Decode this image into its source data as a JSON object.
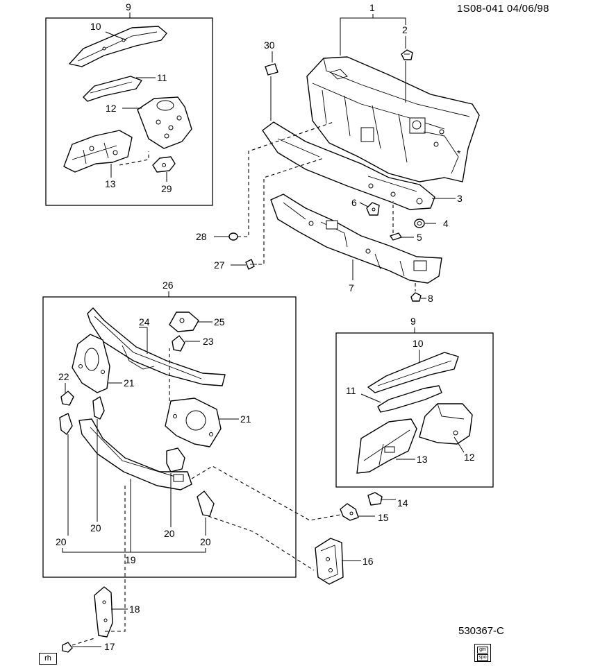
{
  "header": {
    "doc_code": "1S08-041  04/06/98"
  },
  "footer": {
    "illustration_number": "530367-C",
    "badge_rh": "rh",
    "logo_line1": "gm",
    "logo_line2": "spo"
  },
  "star_mark": "*",
  "callouts": {
    "c1": "1",
    "c2": "2",
    "c3": "3",
    "c4": "4",
    "c5": "5",
    "c6": "6",
    "c7": "7",
    "c8": "8",
    "c9a": "9",
    "c10a": "10",
    "c11a": "11",
    "c12a": "12",
    "c13a": "13",
    "c29": "29",
    "c30": "30",
    "c28": "28",
    "c27": "27",
    "c26": "26",
    "c24": "24",
    "c25": "25",
    "c23": "23",
    "c21a": "21",
    "c21b": "21",
    "c22": "22",
    "c20a": "20",
    "c20b": "20",
    "c20c": "20",
    "c20d": "20",
    "c19": "19",
    "c9b": "9",
    "c10b": "10",
    "c11b": "11",
    "c12b": "12",
    "c13b": "13",
    "c14": "14",
    "c15": "15",
    "c16": "16",
    "c18": "18",
    "c17": "17"
  }
}
